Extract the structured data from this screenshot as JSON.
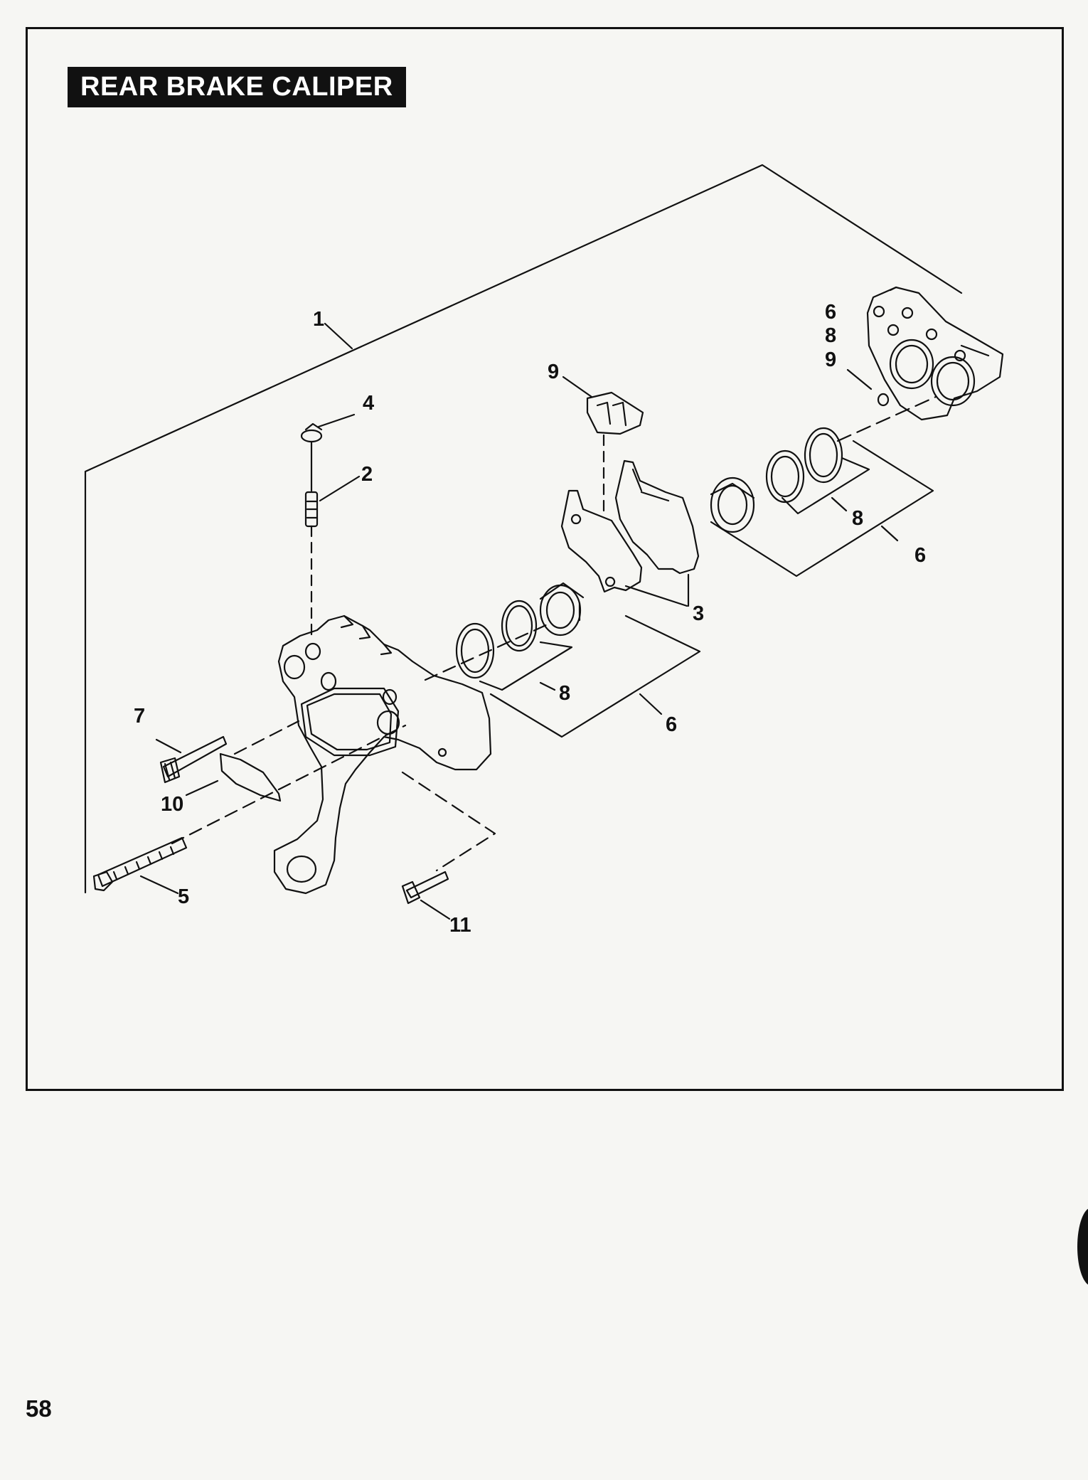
{
  "section_title": "REAR BRAKE CALIPER",
  "page_number": "58",
  "callouts": {
    "c1": "1",
    "c2": "2",
    "c3": "3",
    "c4": "4",
    "c5": "5",
    "c6a": "6",
    "c6b": "6",
    "c6c": "6",
    "c7": "7",
    "c8a": "8",
    "c8b": "8",
    "c8c": "8",
    "c9a": "9",
    "c9b": "9",
    "c10": "10",
    "c11": "11"
  }
}
